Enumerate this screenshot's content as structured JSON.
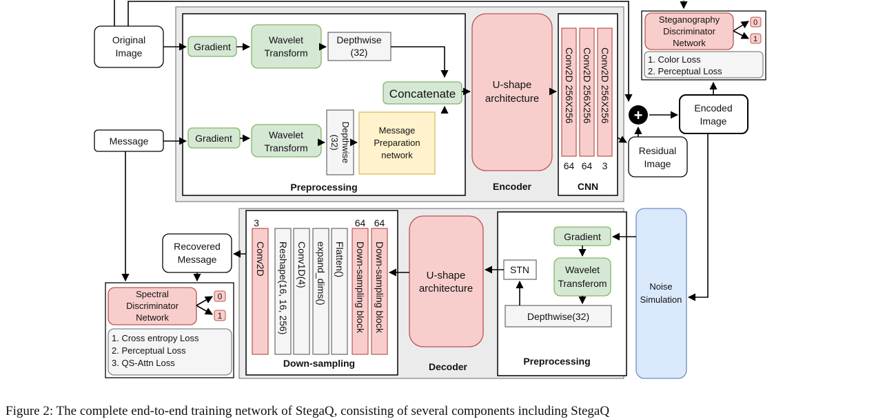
{
  "encoder_section": {
    "title": "Encoder",
    "inputs": {
      "original_image": [
        "Original",
        "Image"
      ],
      "message": "Message"
    },
    "preprocessing": {
      "title": "Preprocessing",
      "gradient_top": "Gradient",
      "wavelet_top": [
        "Wavelet",
        "Transform"
      ],
      "depthwise_top": [
        "Depthwise",
        "(32)"
      ],
      "concatenate": "Concatenate",
      "gradient_bottom": "Gradient",
      "wavelet_bottom": [
        "Wavelet",
        "Transform"
      ],
      "depthwise_bottom": [
        "Depthwise",
        "(32)"
      ],
      "message_prep": [
        "Message",
        "Preparation",
        "network"
      ]
    },
    "ushape": [
      "U-shape",
      "architecture"
    ],
    "cnn": {
      "title": "CNN",
      "layers": [
        {
          "label": "Conv2D 256X256",
          "channels": "64"
        },
        {
          "label": "Conv2D 256X256",
          "channels": "64"
        },
        {
          "label": "Conv2D 256X256",
          "channels": "3"
        }
      ]
    }
  },
  "combine": {
    "add_symbol": "+",
    "residual": [
      "Residual",
      "Image"
    ],
    "encoded": [
      "Encoded",
      "Image"
    ]
  },
  "stego_discriminator": {
    "title": [
      "Steganography",
      "Discriminator",
      "Network"
    ],
    "outputs": [
      "0",
      "1"
    ],
    "losses": [
      "1. Color Loss",
      "2. Perceptual Loss"
    ]
  },
  "noise": [
    "Noise",
    "Simulation"
  ],
  "decoder_section": {
    "title": "Decoder",
    "preprocessing": {
      "title": "Preprocessing",
      "gradient": "Gradient",
      "wavelet": [
        "Wavelet",
        "Transferom"
      ],
      "stn": "STN",
      "depthwise": "Depthwise(32)"
    },
    "ushape": [
      "U-shape",
      "architecture"
    ],
    "downsampling": {
      "title": "Down-sampling",
      "layers": [
        {
          "label": "Conv2D",
          "channels": "3"
        },
        {
          "label": "Reshape(16, 16, 256)",
          "channels": ""
        },
        {
          "label": "Conv1D(4)",
          "channels": ""
        },
        {
          "label": "expand_dims()",
          "channels": ""
        },
        {
          "label": "Flatten()",
          "channels": ""
        },
        {
          "label": "Down-sampling block",
          "channels": "64"
        },
        {
          "label": "Down-sampling block",
          "channels": "64"
        }
      ]
    }
  },
  "recovered": [
    "Recovered",
    "Message"
  ],
  "spectral_discriminator": {
    "title": [
      "Spectral",
      "Discriminator",
      "Network"
    ],
    "outputs": [
      "0",
      "1"
    ],
    "losses": [
      "1. Cross entropy Loss",
      "2. Perceptual Loss",
      "3. QS-Attn Loss"
    ]
  },
  "caption": "Figure 2:  The complete end-to-end training network of StegaQ, consisting of several components including StegaQ"
}
